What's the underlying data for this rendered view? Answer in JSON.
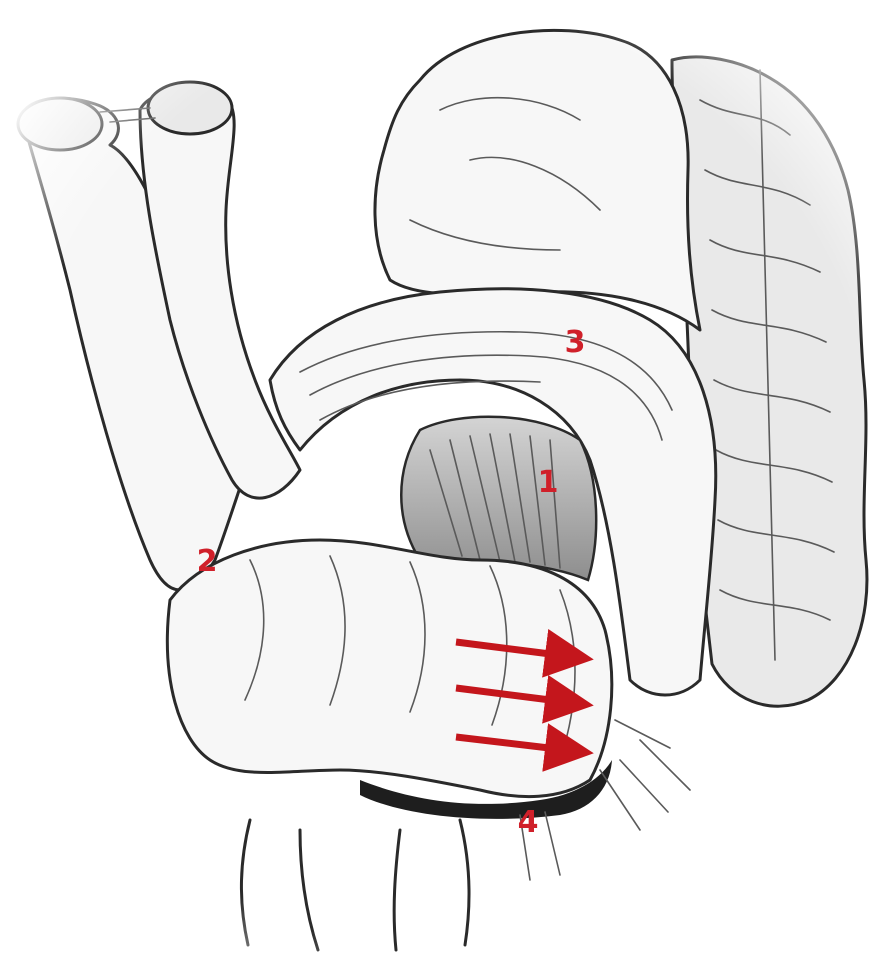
{
  "figure": {
    "colors": {
      "label": "#d0202a",
      "arrow": "#c4161c",
      "line": "#2a2a2a",
      "shade": "#9a9a9a"
    },
    "labels": {
      "one": "1",
      "two": "2",
      "three": "3",
      "four": "4"
    }
  }
}
